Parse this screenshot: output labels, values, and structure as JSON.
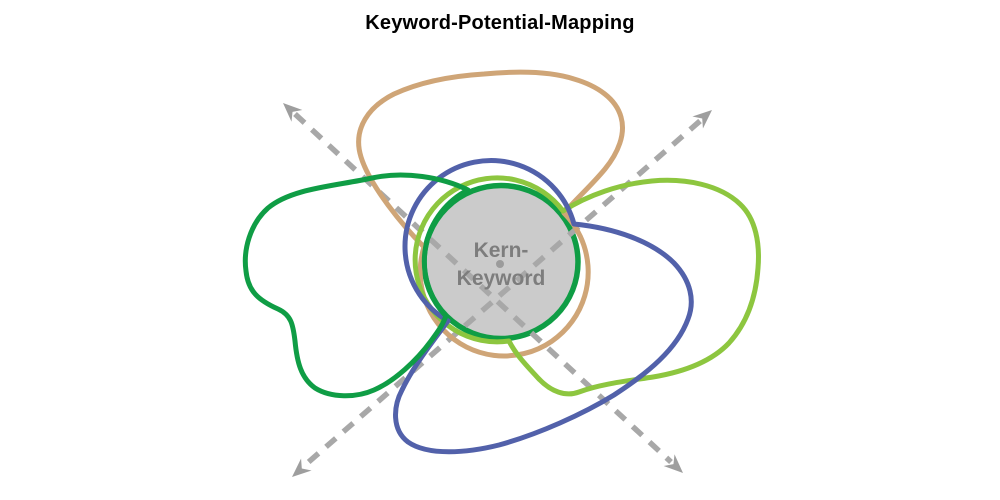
{
  "title": "Keyword-Potential-Mapping",
  "center": {
    "full_label": "Kern-Keyword",
    "label_lines": [
      "Kern-",
      "Keyword"
    ]
  },
  "petals": [
    {
      "id": "petal-top",
      "color": "#cfa577"
    },
    {
      "id": "petal-right",
      "color": "#8dc63f"
    },
    {
      "id": "petal-bottom",
      "color": "#5261aa"
    },
    {
      "id": "petal-left",
      "color": "#0f9d45"
    }
  ],
  "axes": {
    "style": "dashed-double-arrow",
    "count": 2
  },
  "colors": {
    "petal-tan": "#cfa577",
    "petal-lightgreen": "#8dc63f",
    "petal-blue": "#5261aa",
    "petal-green": "#0f9d45",
    "circle-fill": "#cbcbcb",
    "circle-ring": "#0f9d45",
    "label-gray": "#7d7d7d",
    "dash-gray": "#a8a8a8",
    "arrow-gray": "#9e9e9e",
    "dot-gray": "#9b9b9b",
    "title-black": "#000000",
    "background": "#ffffff"
  }
}
